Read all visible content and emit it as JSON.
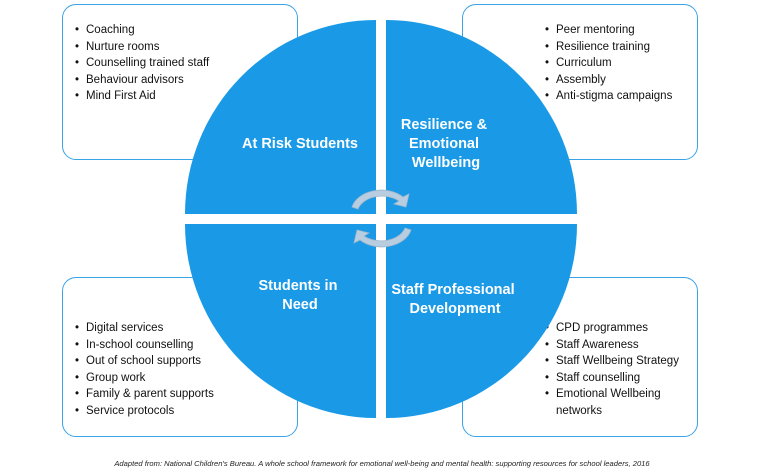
{
  "quadrants": {
    "top_left": {
      "label_lines": [
        "At Risk Students"
      ],
      "items": [
        "Coaching",
        "Nurture rooms",
        "Counselling trained staff",
        "Behaviour advisors",
        "Mind First Aid"
      ]
    },
    "top_right": {
      "label_lines": [
        "Resilience &",
        "Emotional",
        "Wellbeing"
      ],
      "items": [
        "Peer mentoring",
        "Resilience training",
        "Curriculum",
        "Assembly",
        "Anti-stigma campaigns"
      ]
    },
    "bottom_left": {
      "label_lines": [
        "Students in",
        "Need"
      ],
      "items": [
        "Digital services",
        "In-school counselling",
        "Out of school supports",
        "Group work",
        "Family & parent supports",
        "Service protocols"
      ]
    },
    "bottom_right": {
      "label_lines": [
        "Staff Professional",
        "Development"
      ],
      "items": [
        "CPD programmes",
        "Staff Awareness",
        "Staff Wellbeing Strategy",
        "Staff counselling",
        "Emotional  Wellbeing networks"
      ]
    }
  },
  "colors": {
    "quadrant_fill": "#1a9ae6",
    "box_border": "#3aa3e8",
    "arrow_fill": "#b8cde0",
    "label_text": "#ffffff"
  },
  "center_icon": "circular-arrows-icon",
  "credit": "Adapted from: National Children's Bureau. A whole school framework for emotional well-being and mental health: supporting resources for school leaders, 2016"
}
